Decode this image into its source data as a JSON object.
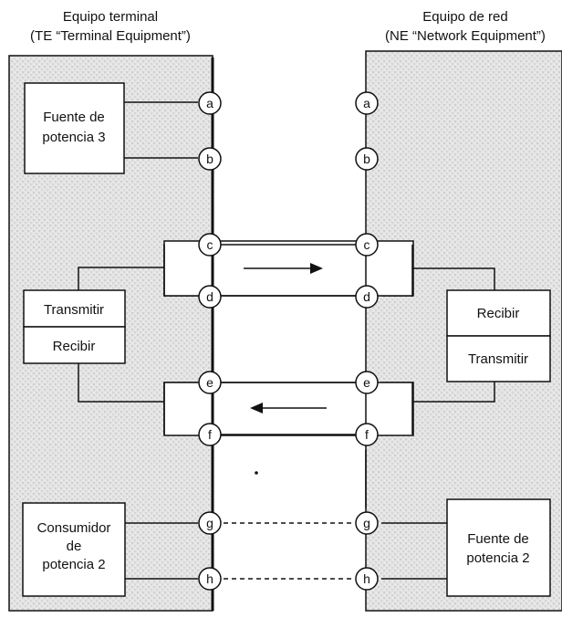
{
  "left_panel": {
    "title_line1": "Equipo terminal",
    "title_line2": "(TE “Terminal Equipment”)",
    "boxes": {
      "power_source_line1": "Fuente de",
      "power_source_line2": "potencia 3",
      "transmit": "Transmitir",
      "receive": "Recibir",
      "consumer_line1": "Consumidor",
      "consumer_line2": "de",
      "consumer_line3": "potencia 2"
    }
  },
  "right_panel": {
    "title_line1": "Equipo de red",
    "title_line2": "(NE “Network Equipment”)",
    "boxes": {
      "receive": "Recibir",
      "transmit": "Transmitir",
      "power_source_line1": "Fuente de",
      "power_source_line2": "potencia 2"
    }
  },
  "contacts": [
    "a",
    "b",
    "c",
    "d",
    "e",
    "f",
    "g",
    "h"
  ],
  "colors": {
    "line": "#111111",
    "panel_fill": "#e2e2e2",
    "box_fill": "#ffffff"
  }
}
